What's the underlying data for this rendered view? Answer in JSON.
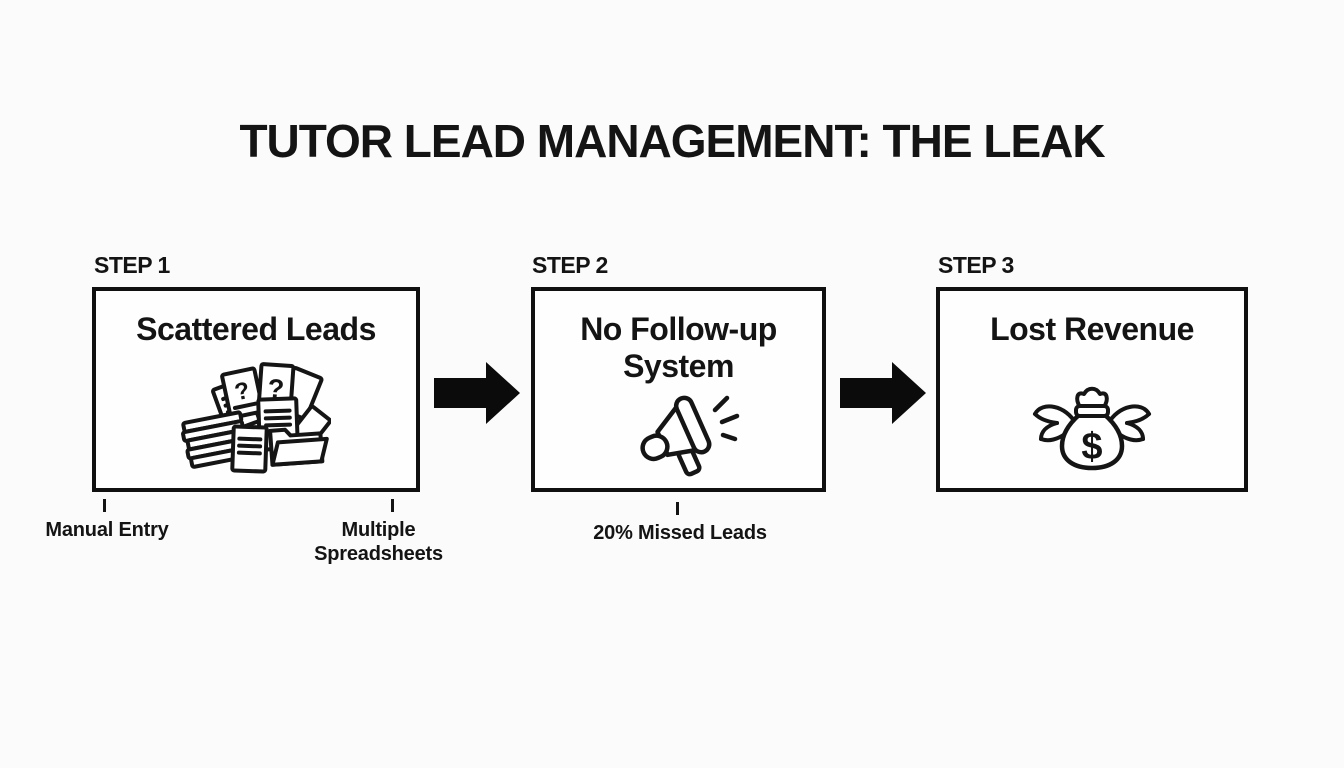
{
  "title": "TUTOR LEAD MANAGEMENT: THE LEAK",
  "steps": [
    {
      "label": "STEP 1",
      "title": "Scattered Leads",
      "icon": "scattered-documents-icon"
    },
    {
      "label": "STEP 2",
      "title": "No Follow-up System",
      "icon": "megaphone-icon"
    },
    {
      "label": "STEP 3",
      "title": "Lost Revenue",
      "icon": "winged-money-bag-icon"
    }
  ],
  "callouts": {
    "step1": [
      "Manual Entry",
      "Multiple Spreadsheets"
    ],
    "step2": [
      "20% Missed Leads"
    ]
  },
  "icon_glyphs": {
    "question_mark": "?",
    "dollar": "$"
  },
  "colors": {
    "ink": "#141414",
    "background": "#fbfbfb",
    "box_border": "#101010",
    "box_fill": "#fefefe",
    "arrow": "#0b0b0b"
  }
}
